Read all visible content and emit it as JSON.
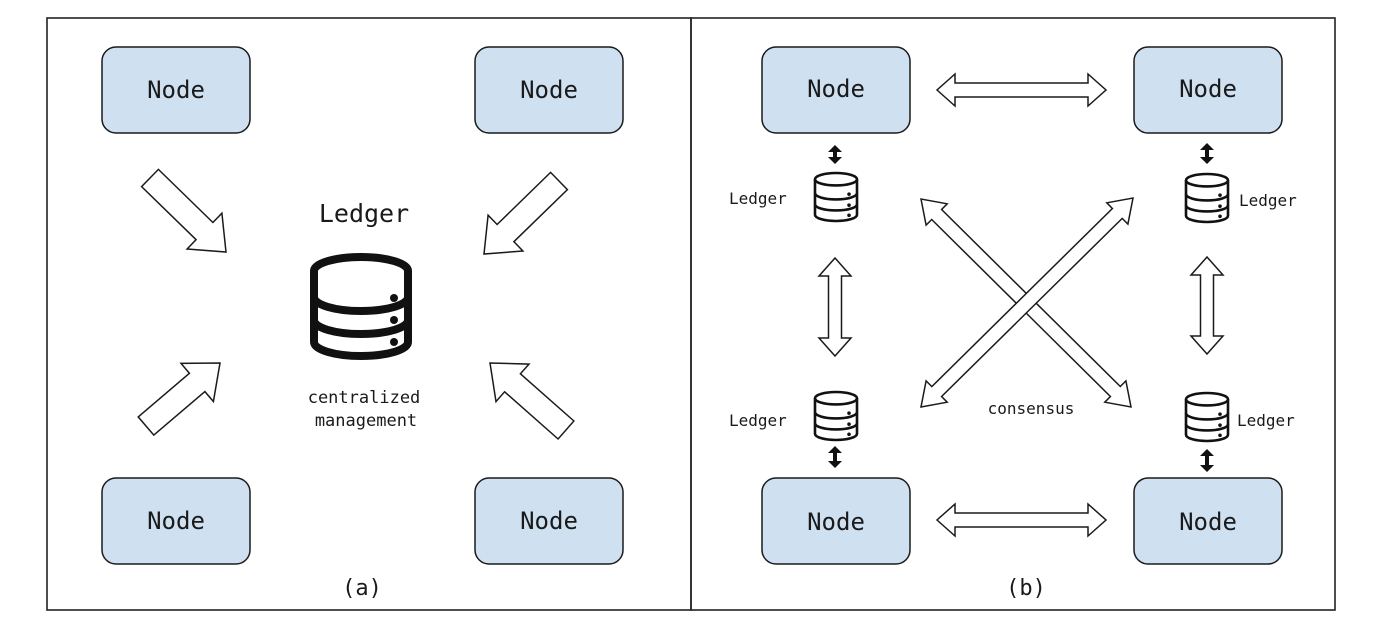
{
  "panel_a": {
    "caption": "(a)",
    "node_label": "Node",
    "center_label": "Ledger",
    "footer_line1": "centralized",
    "footer_line2": "management"
  },
  "panel_b": {
    "caption": "(b)",
    "node_label": "Node",
    "ledger_label": "Ledger",
    "center_label": "consensus"
  },
  "colors": {
    "node_fill": "#cfe0f1",
    "stroke": "#1a1a1a",
    "background": "#ffffff"
  },
  "icons": [
    "database-icon",
    "hollow-arrow",
    "double-headed-arrow"
  ]
}
